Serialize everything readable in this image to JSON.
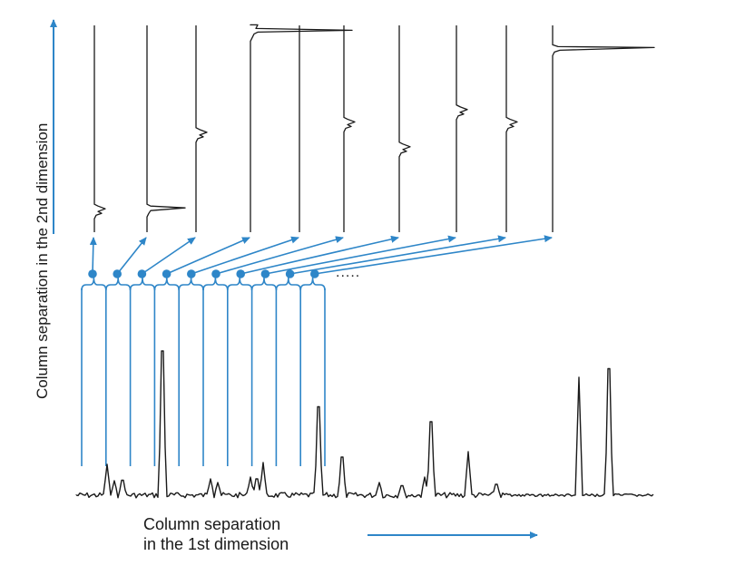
{
  "labels": {
    "x_axis_line1": "Column separation",
    "x_axis_line2": "in the 1st dimension",
    "y_axis": "Column separation in the 2nd dimension",
    "ellipsis": "....."
  },
  "colors": {
    "accent": "#2e86c8",
    "trace": "#1a1a1a"
  },
  "fractions": {
    "count": 10
  },
  "second_dimension_peaks": [
    {
      "rel_height": 0.1
    },
    {
      "rel_height": 0.1
    },
    {
      "rel_height": 0.47
    },
    {
      "rel_height": 0.95
    },
    {
      "rel_height": 0.0
    },
    {
      "rel_height": 0.52
    },
    {
      "rel_height": 0.4
    },
    {
      "rel_height": 0.58
    },
    {
      "rel_height": 0.52
    },
    {
      "rel_height": 0.88
    }
  ]
}
